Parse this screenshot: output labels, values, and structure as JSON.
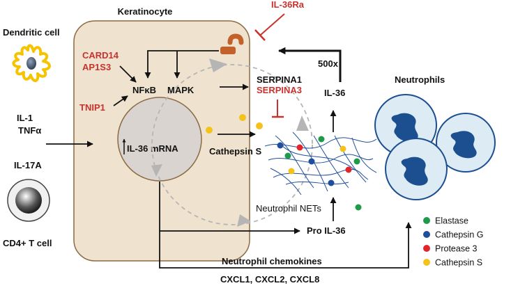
{
  "labels": {
    "keratinocyte": "Keratinocyte",
    "il36ra": "IL-36Ra",
    "dendritic_cell": "Dendritic cell",
    "card14": "CARD14",
    "ap1s3": "AP1S3",
    "tnip1": "TNIP1",
    "nfkb": "NFκB",
    "mapk": "MAPK",
    "serpina1": "SERPINA1",
    "serpina3": "SERPINA3",
    "fold_500x": "500x",
    "il36": "IL-36",
    "neutrophils": "Neutrophils",
    "il1": "IL-1",
    "tnfa": "TNFα",
    "il36_mrna": "IL-36 mRNA",
    "cathepsin_s": "Cathepsin S",
    "il17a": "IL-17A",
    "neutrophil_nets": "Neutrophil NETs",
    "pro_il36": "Pro IL-36",
    "cd4_t_cell": "CD4+ T cell",
    "neutrophil_chemokines": "Neutrophil chemokines",
    "chemokine_list": "CXCL1, CXCL2, CXCL8"
  },
  "legend": [
    {
      "label": "Elastase",
      "color": "#1f9a4a"
    },
    {
      "label": "Cathepsin G",
      "color": "#1f4f9c"
    },
    {
      "label": "Protease 3",
      "color": "#e0262b"
    },
    {
      "label": "Cathepsin S",
      "color": "#f5c21b"
    }
  ],
  "colors": {
    "cell_fill": "#efe3cf",
    "cell_stroke": "#8b6a44",
    "nucleus_fill": "#d9d4d0",
    "inhibitor_red": "#c8322e",
    "receptor": "#c2622a",
    "neutrophil_fill": "#dcebf4",
    "neutrophil_nucleus": "#1c4f8f",
    "dendritic_yellow": "#f6c300"
  }
}
